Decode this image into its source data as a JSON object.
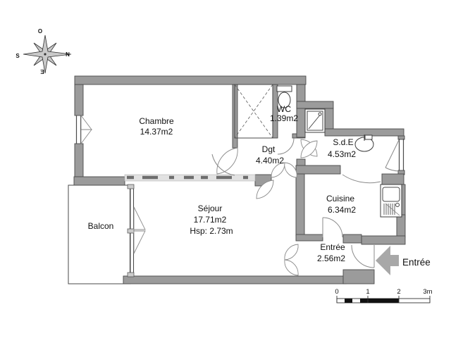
{
  "compass": {
    "west": "O",
    "north": "N",
    "south": "S",
    "east": "E"
  },
  "rooms": {
    "chambre": {
      "name": "Chambre",
      "area": "14.37m2"
    },
    "wc": {
      "name": "WC",
      "area": "1.39m2"
    },
    "dgt": {
      "name": "Dgt",
      "area": "4.40m2"
    },
    "sde": {
      "name": "S.d.E",
      "area": "4.53m2"
    },
    "cuisine": {
      "name": "Cuisine",
      "area": "6.34m2"
    },
    "sejour": {
      "name": "Séjour",
      "area": "17.71m2",
      "ceiling": "Hsp: 2.73m"
    },
    "balcon": {
      "name": "Balcon"
    },
    "entree": {
      "name": "Entrée",
      "area": "2.56m2"
    }
  },
  "entrance": {
    "label": "Entrée"
  },
  "scale": {
    "ticks": [
      "0",
      "1",
      "2",
      "3m"
    ]
  },
  "colors": {
    "wall": "#9b9b9b",
    "wall_outline": "#4a4a4a",
    "partition": "#e2e2e2",
    "arrow": "#a8a8a8",
    "text": "#111111"
  }
}
